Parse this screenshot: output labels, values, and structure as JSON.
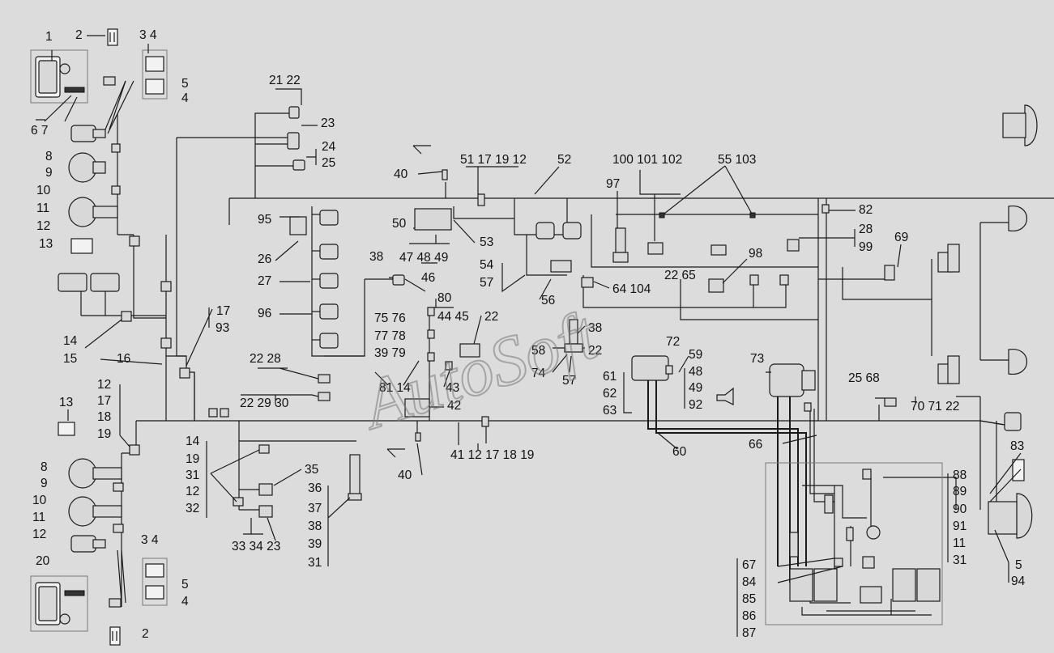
{
  "labels": {
    "n1": "1",
    "n2_top": "2",
    "n3_4_top": "3 4",
    "n5_top": "5",
    "n4_top": "4",
    "n6_7": "6 7",
    "n8_top": "8",
    "n9_top": "9",
    "n10_top": "10",
    "n11_top": "11",
    "n12_top": "12",
    "n13_top": "13",
    "n14_15_a": "14",
    "n14_15_b": "15",
    "n16": "16",
    "n17_93_a": "17",
    "n17_93_b": "93",
    "n13_low": "13",
    "n12_low_a": "12",
    "n17_low": "17",
    "n18_low": "18",
    "n19_low": "19",
    "n8_low": "8",
    "n9_low": "9",
    "n10_low": "10",
    "n11_low": "11",
    "n12_low_b": "12",
    "n20": "20",
    "n3_4_low": "3 4",
    "n5_low": "5",
    "n4_low": "4",
    "n2_low": "2",
    "n21_22": "21 22",
    "n23_top": "23",
    "n24": "24",
    "n25_top": "25",
    "n95": "95",
    "n26": "26",
    "n27": "27",
    "n96": "96",
    "n38_a": "38",
    "n46": "46",
    "n80": "80",
    "n44_45": "44 45",
    "n22_mid": "22",
    "n75_76": "75 76",
    "n77_78": "77 78",
    "n39_79": "39 79",
    "n81_14": "81 14",
    "n43": "43",
    "n42": "42",
    "n22_28": "22 28",
    "n22_29_30": "22 29 30",
    "n14_grp": "14",
    "n19_grp": "19",
    "n31_grp": "31",
    "n12_grp": "12",
    "n32_grp": "32",
    "n35": "35",
    "n33_34_23": "33 34   23",
    "n36": "36",
    "n37": "37",
    "n38_grp": "38",
    "n39_grp": "39",
    "n31_grp2": "31",
    "n40_top": "40",
    "n40_low": "40",
    "n41_grp": "41   12  17  18 19",
    "n50": "50",
    "n47_48_49": "47 48 49",
    "n53": "53",
    "n51_17_19_12": "51 17 19 12",
    "n52": "52",
    "n54": "54",
    "n57_a": "57",
    "n56": "56",
    "n64_104": "64 104",
    "n22_65": "22 65",
    "n38_b": "38",
    "n58": "58",
    "n22_c": "22",
    "n74": "74",
    "n57_b": "57",
    "n97": "97",
    "n100_101_102": "100 101 102",
    "n55_103": "55  103",
    "n82": "82",
    "n28_99_a": "28",
    "n28_99_b": "99",
    "n98": "98",
    "n69": "69",
    "n72": "72",
    "n59": "59",
    "n48": "48",
    "n49": "49",
    "n92": "92",
    "n61": "61",
    "n62": "62",
    "n63": "63",
    "n60": "60",
    "n73": "73",
    "n66": "66",
    "n25_68": "25 68",
    "n70_71_22": "70 71 22",
    "n83": "83",
    "n88": "88",
    "n89": "89",
    "n90": "90",
    "n91": "91",
    "n11_r": "11",
    "n31_r": "31",
    "n5_94_a": "5",
    "n5_94_b": "94",
    "n67": "67",
    "n84": "84",
    "n85": "85",
    "n86": "86",
    "n87": "87"
  },
  "watermark": "AutoSoft"
}
